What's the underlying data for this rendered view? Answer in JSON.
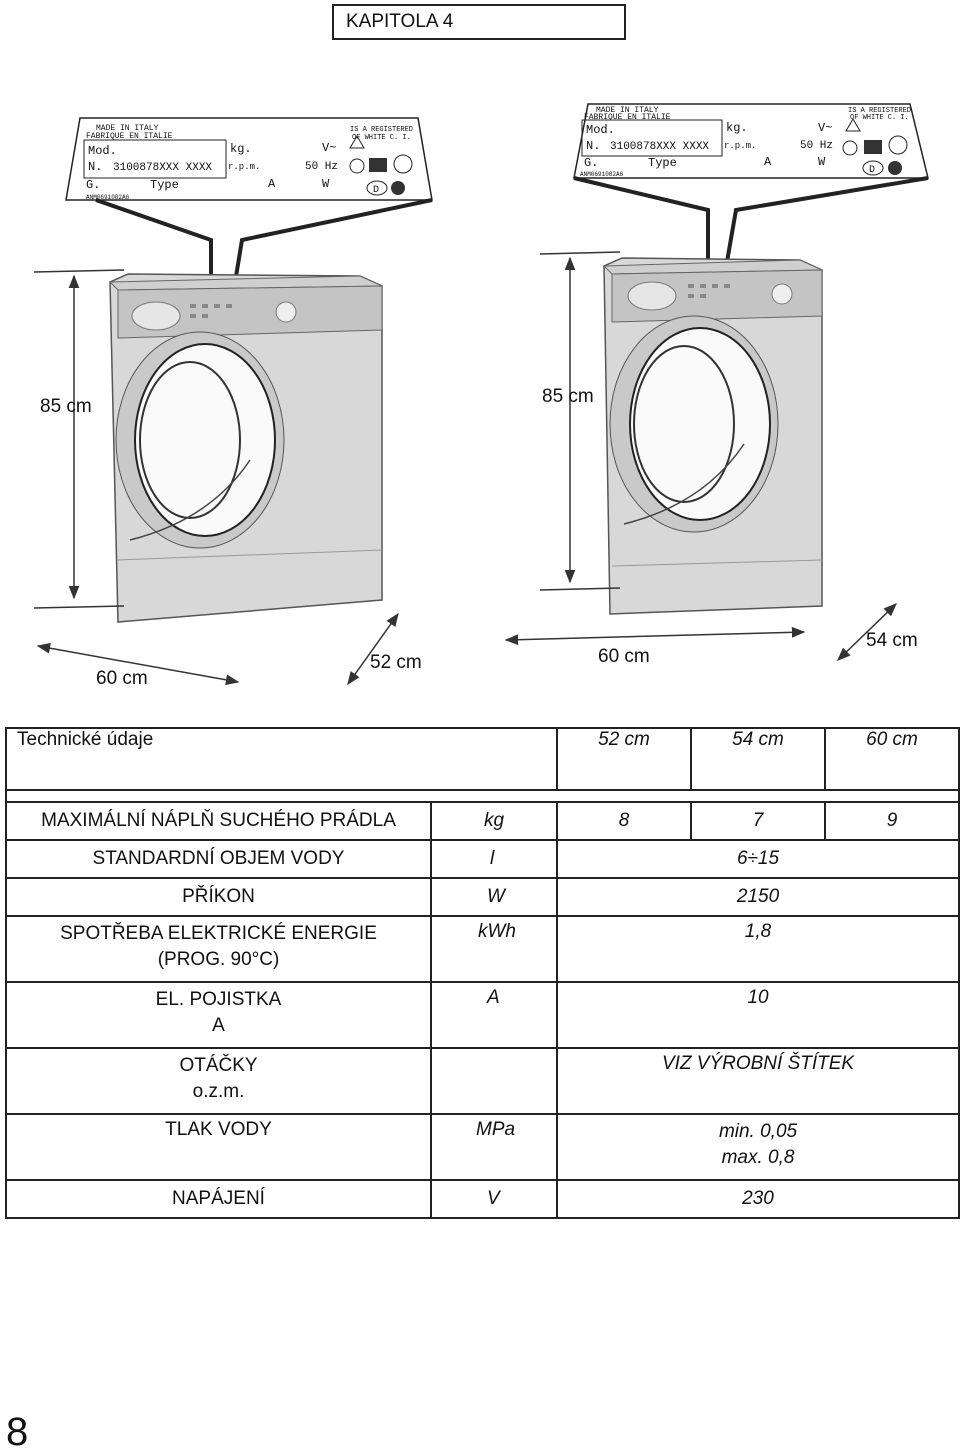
{
  "chapter": "KAPITOLA 4",
  "plate": {
    "made_in_1": "MADE IN ITALY",
    "made_in_2": "FABRIQUE EN ITALIE",
    "registered_1": "IS A REGISTERED",
    "registered_2": "OF WHITE C. I.",
    "mod": "Mod.",
    "n": "N.",
    "serial": "3100878XXX XXXX",
    "g": "G.",
    "type": "Type",
    "kg": "kg.",
    "rpm": "r.p.m.",
    "a": "A",
    "v": "V~",
    "hz": "50 Hz",
    "w": "W",
    "code": "ANM0691082A6",
    "d": "D"
  },
  "dims": {
    "left": {
      "height": "85 cm",
      "width": "60 cm",
      "depth": "52 cm"
    },
    "right": {
      "height": "85 cm",
      "width": "60 cm",
      "depth": "54 cm"
    }
  },
  "table": {
    "title": "Technické údaje",
    "columns": [
      "52 cm",
      "54 cm",
      "60 cm"
    ],
    "rows": [
      {
        "label": "MAXIMÁLNÍ NÁPLŇ SUCHÉHO PRÁDLA",
        "unit": "kg",
        "values": [
          "8",
          "7",
          "9"
        ]
      },
      {
        "label": "STANDARDNÍ OBJEM VODY",
        "unit": "l",
        "value": "6÷15"
      },
      {
        "label": "PŘÍKON",
        "unit": "W",
        "value": "2150"
      },
      {
        "label": "SPOTŘEBA ELEKTRICKÉ ENERGIE",
        "label2": "(PROG. 90°C)",
        "unit": "kWh",
        "value": "1,8"
      },
      {
        "label": "EL. POJISTKA",
        "label2": "A",
        "unit": "A",
        "value": "10"
      },
      {
        "label": "OTÁČKY",
        "label2": "o.z.m.",
        "unit": "",
        "value": "VIZ VÝROBNÍ ŠTÍTEK"
      },
      {
        "label": "TLAK VODY",
        "unit": "MPa",
        "value": "min. 0,05",
        "value2": "max. 0,8"
      },
      {
        "label": "NAPÁJENÍ",
        "unit": "V",
        "value": "230"
      }
    ]
  },
  "page_number": "8"
}
